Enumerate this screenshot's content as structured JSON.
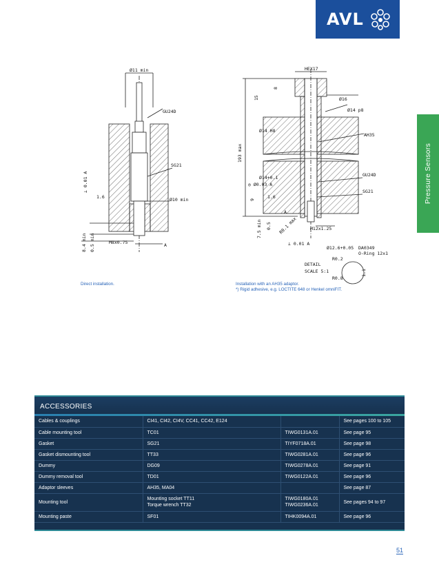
{
  "brand": {
    "name": "AVL"
  },
  "side_tab": {
    "label": "Pressure Sensors"
  },
  "captions": {
    "left": "Direct installation.",
    "right_line1": "Installation with an AH35 adaptor.",
    "right_line2": "*) Rigid adhesive, e.g. LOCTITE 648 or Henkel omniFIT."
  },
  "drawing_labels": {
    "d11": "Ø11 min",
    "gu24d_left": "GU24D",
    "sg21_left": "SG21",
    "tol001": "⊥ 0.01 A",
    "r16_left": "1.6",
    "d10": "Ø10 min",
    "d84": "8.4 min",
    "d05_left": "0.5 min",
    "m8": "M8x0.75",
    "a_left": "A",
    "hex17": "HEX17",
    "d15": "15",
    "d8": "8",
    "d16": "Ø16",
    "d14p8": "Ø14 p8",
    "d14h8": "Ø14 H8",
    "ah35": "AH35",
    "d193": "193 max",
    "d14tol": "Ø14+0.1",
    "conc": "◎ Ø0.03 A",
    "gu24d_right": "GU24D",
    "d9": "9",
    "r16_right": "1.6",
    "sg21_right": "SG21",
    "d75": "7.5 min",
    "d05_right": "0.5",
    "r01": "R0.1 max",
    "m12": "M12x1.25",
    "a_right": "A",
    "tol001r": "⊥ 0.01 A",
    "d126": "Ø12.6+0.05",
    "oring_code": "DA0349",
    "oring": "O-Ring 12x1",
    "r02": "R0.2",
    "detail": "DETAIL",
    "scale": "SCALE 5:1",
    "d11s": "1.1",
    "r08": "R0.8"
  },
  "accessories": {
    "title": "ACCESSORIES",
    "rows": [
      {
        "name": "Cables & couplings",
        "product": [
          "CI41, CI42, CI4V, CC41, CC42, E124"
        ],
        "code": [
          ""
        ],
        "ref": "See pages 100 to 105"
      },
      {
        "name": "Cable mounting tool",
        "product": [
          "TC01"
        ],
        "code": [
          "TIWG0131A.01"
        ],
        "ref": "See page 95"
      },
      {
        "name": "Gasket",
        "product": [
          "SG21"
        ],
        "code": [
          "TIYF0718A.01"
        ],
        "ref": "See page 98"
      },
      {
        "name": "Gasket dismounting tool",
        "product": [
          "TT33"
        ],
        "code": [
          "TIWG0281A.01"
        ],
        "ref": "See page 96"
      },
      {
        "name": "Dummy",
        "product": [
          "DG09"
        ],
        "code": [
          "TIWG0278A.01"
        ],
        "ref": "See page 91"
      },
      {
        "name": "Dummy removal tool",
        "product": [
          "TD01"
        ],
        "code": [
          "TIWG0122A.01"
        ],
        "ref": "See page 96"
      },
      {
        "name": "Adaptor sleeves",
        "product": [
          "AH35, MA04"
        ],
        "code": [
          ""
        ],
        "ref": "See page 87"
      },
      {
        "name": "Mounting tool",
        "product": [
          "Mounting socket TT11",
          "Torque wrench TT32"
        ],
        "code": [
          "TIWG0180A.01",
          "TIWG0236A.01"
        ],
        "ref": "See pages 94 to 97"
      },
      {
        "name": "Mounting paste",
        "product": [
          "SF01"
        ],
        "code": [
          "TIHK0094A.01"
        ],
        "ref": "See page 96"
      }
    ]
  },
  "page_number": "51",
  "colors": {
    "brand_blue": "#1b4f9c",
    "accent_green": "#3aa655",
    "table_navy": "#17324f",
    "caption_blue": "#2763b8"
  }
}
